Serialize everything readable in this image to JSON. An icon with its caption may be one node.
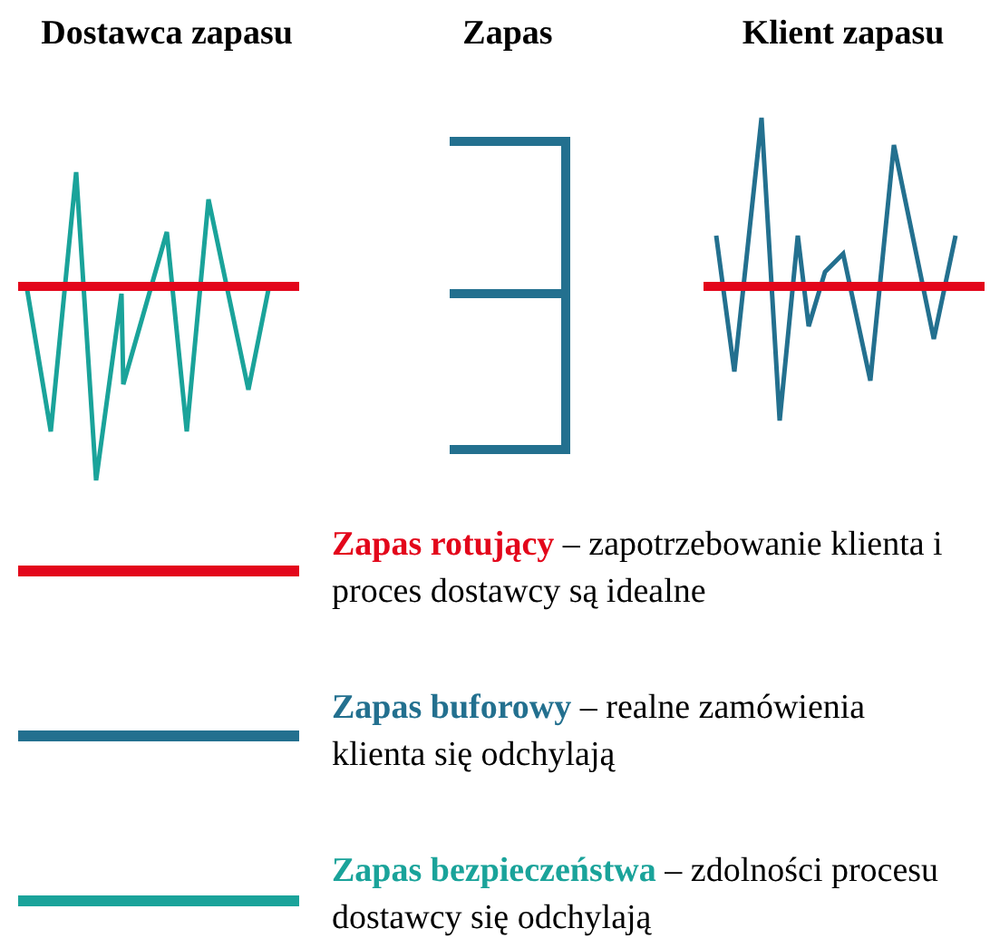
{
  "diagram": {
    "labels": [
      "Dostawca zapasu",
      "Zapas",
      "Klient zapasu"
    ],
    "legend": [
      {
        "text": "**Zapas rotujący** – zapotrzebowanie klienta i proces dostawcy są idealne",
        "color": "#e3061b"
      },
      {
        "text": "**Zapas buforowy** – realne zamówienia klienta się odchylają",
        "color": "#23708f"
      },
      {
        "text": "**Zapas bezpieczeństwa** – zdolności procesu dostawcy się odchylają",
        "color": "#1aa39a"
      }
    ]
  }
}
